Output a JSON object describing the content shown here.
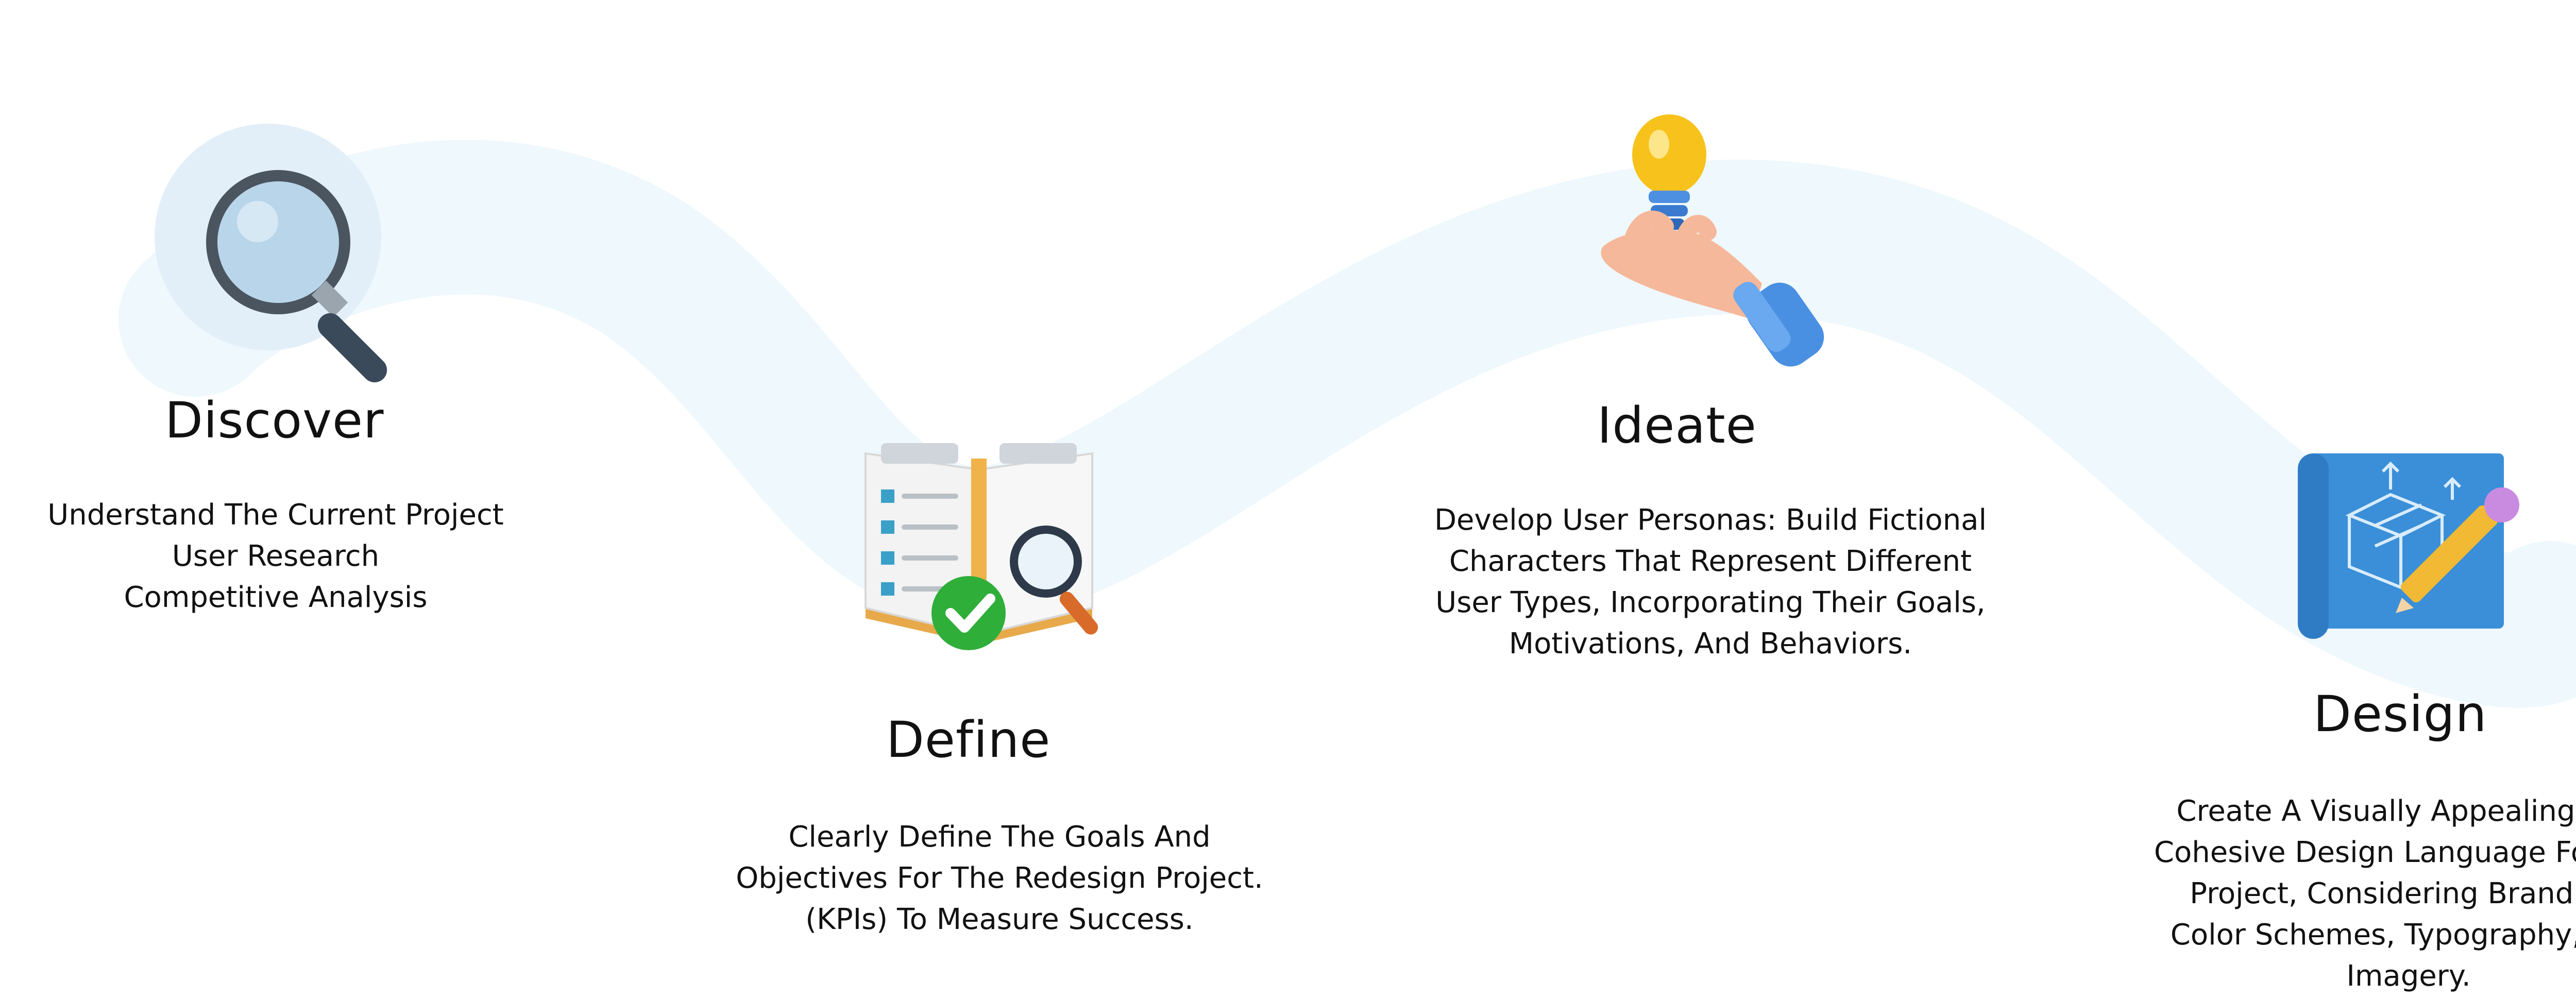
{
  "steps": [
    {
      "id": "discover",
      "title": "Discover",
      "icon": "magnifier-icon",
      "lines": [
        "Understand The Current Project",
        "User Research",
        "Competitive Analysis"
      ]
    },
    {
      "id": "define",
      "title": "Define",
      "icon": "checklist-book-icon",
      "lines": [
        "Clearly Define The Goals And",
        "Objectives For The Redesign Project.",
        "(KPIs) To Measure Success."
      ]
    },
    {
      "id": "ideate",
      "title": "Ideate",
      "icon": "hand-lightbulb-icon",
      "lines": [
        "Develop User Personas: Build Fictional",
        "Characters That Represent Different",
        "User Types, Incorporating Their Goals,",
        "Motivations, And Behaviors."
      ]
    },
    {
      "id": "design",
      "title": "Design",
      "icon": "blueprint-pencil-icon",
      "lines": [
        "Create A Visually Appealing And",
        "Cohesive Design Language For The",
        "Project, Considering Branding,",
        "Color Schemes, Typography, And",
        "Imagery."
      ]
    }
  ],
  "colors": {
    "path": "#eef8fd",
    "text": "#111111",
    "magnifier_lens": "#b9d5ea",
    "magnifier_rim": "#4a5560",
    "bulb": "#f7c21b",
    "check_green": "#2fae3a",
    "blueprint": "#3a8fd8",
    "pencil_tip": "#c98be0"
  }
}
